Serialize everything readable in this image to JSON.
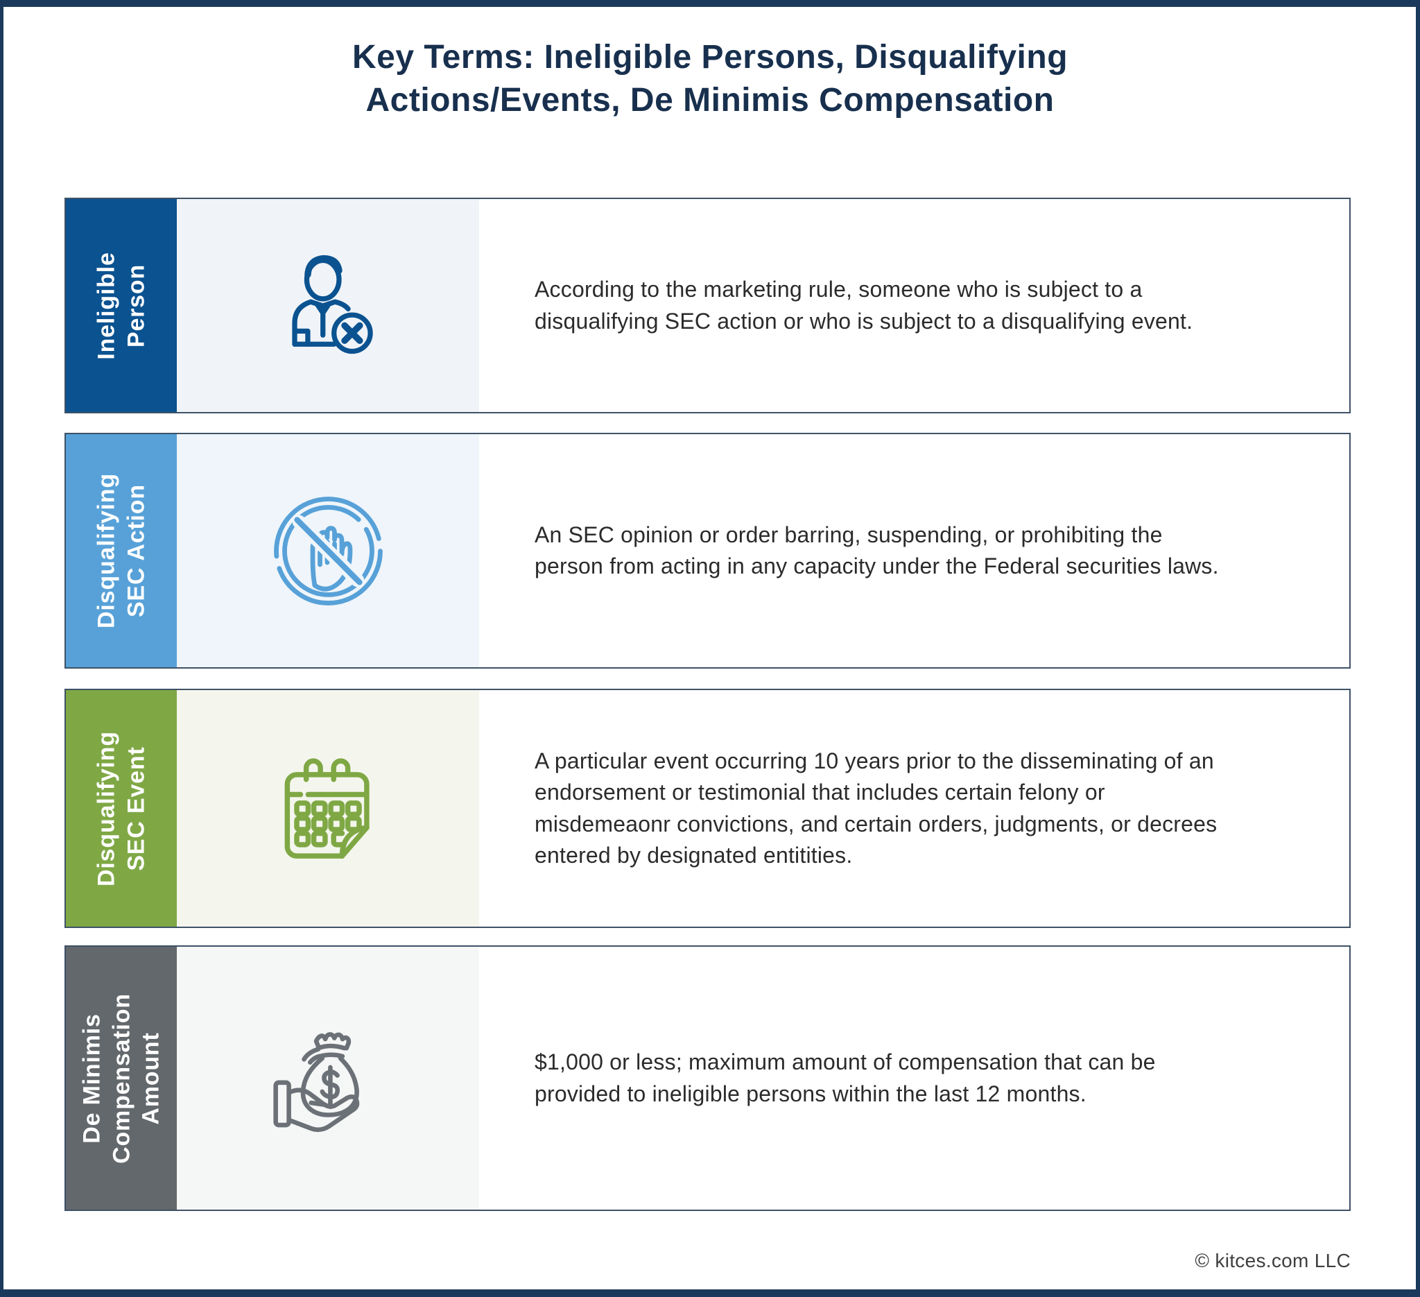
{
  "title": {
    "line1": "Key Terms: Ineligible Persons, Disqualifying",
    "line2": "Actions/Events, De Minimis Compensation"
  },
  "footer": {
    "copyright": "© kitces.com LLC"
  },
  "colors": {
    "frame": "#1B3A5B",
    "title_text": "#18304E",
    "row_border": "#3E5166",
    "body_text": "#2B2B2B"
  },
  "rows": [
    {
      "term": "Ineligible Person",
      "label_lines": [
        "Ineligible",
        "Person"
      ],
      "icon": "person-x-icon",
      "sidebar_color": "#0B5290",
      "icon_color": "#0B5290",
      "icon_bg": "#F0F4F8",
      "description": "According to the marketing rule, someone who is subject to a disqualifying SEC action or who is subject to a disqualifying event."
    },
    {
      "term": "Disqualifying SEC Action",
      "label_lines": [
        "Disqualifying",
        "SEC Action"
      ],
      "icon": "no-hand-icon",
      "sidebar_color": "#57A1D8",
      "icon_color": "#57A1D8",
      "icon_bg": "#EFF5FA",
      "description": "An SEC opinion or order barring, suspending, or prohibiting the person from acting in any capacity under the Federal securities laws."
    },
    {
      "term": "Disqualifying SEC Event",
      "label_lines": [
        "Disqualifying",
        "SEC Event"
      ],
      "icon": "calendar-icon",
      "sidebar_color": "#7FA845",
      "icon_color": "#7FA845",
      "icon_bg": "#F4F6ED",
      "description": "A particular event occurring 10 years prior to the disseminating of an endorsement or testimonial that includes certain felony or misdemeaonr convictions, and certain orders, judgments, or decrees entered by designated entitities."
    },
    {
      "term": "De Minimis Compensation Amount",
      "label_lines": [
        "De Minimis",
        "Compensation",
        "Amount"
      ],
      "icon": "money-bag-hand-icon",
      "sidebar_color": "#62686C",
      "icon_color": "#6B7176",
      "icon_bg": "#F5F6F6",
      "description": "$1,000 or less; maximum amount of compensation that can be provided to ineligible persons within the last 12 months."
    }
  ]
}
